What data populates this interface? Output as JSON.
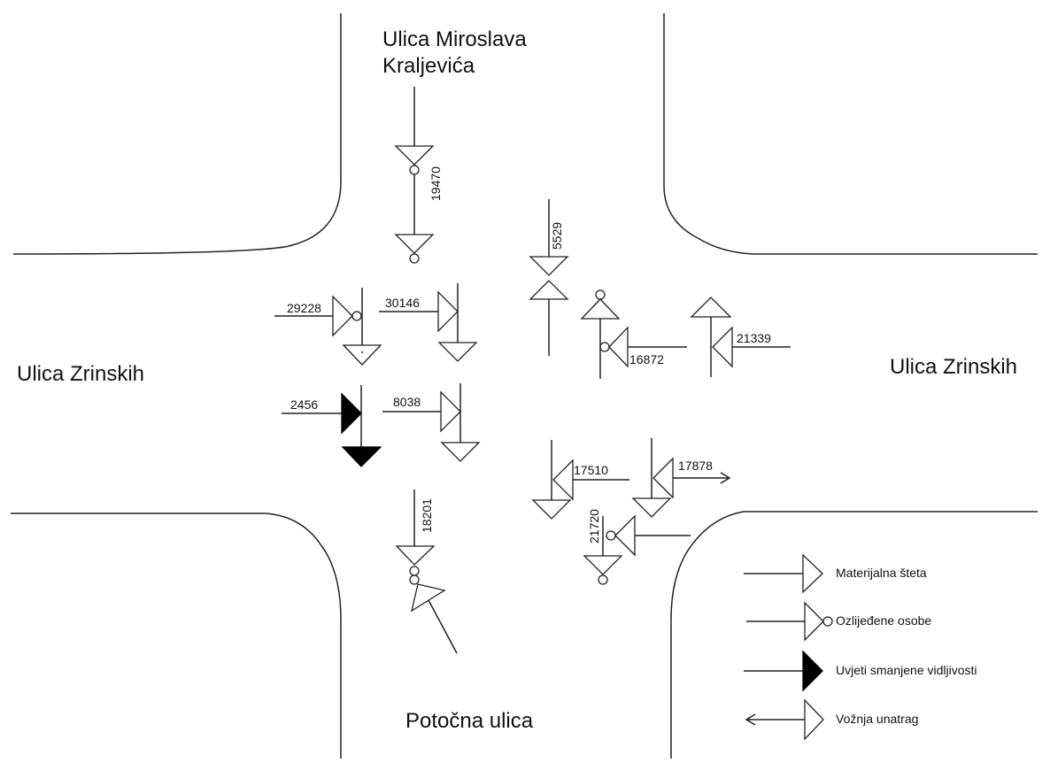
{
  "streets": {
    "north_line1": "Ulica Miroslava",
    "north_line2": "Kraljevića",
    "west": "Ulica Zrinskih",
    "east": "Ulica Zrinskih",
    "south": "Potočna ulica"
  },
  "accidents": [
    {
      "id": "19470",
      "type": "injured"
    },
    {
      "id": "5529",
      "type": "material"
    },
    {
      "id": "29228",
      "type": "injured"
    },
    {
      "id": "30146",
      "type": "material"
    },
    {
      "id": "16872",
      "type": "injured"
    },
    {
      "id": "21339",
      "type": "material"
    },
    {
      "id": "2456",
      "type": "reduced_visibility"
    },
    {
      "id": "8038",
      "type": "material"
    },
    {
      "id": "17510",
      "type": "material"
    },
    {
      "id": "17878",
      "type": "reversing"
    },
    {
      "id": "18201",
      "type": "injured"
    },
    {
      "id": "21720",
      "type": "injured"
    }
  ],
  "legend": [
    {
      "key": "material",
      "label": "Materijalna šteta",
      "icon": "open-triangle-arrow"
    },
    {
      "key": "injured",
      "label": "Ozlijeđene osobe",
      "icon": "open-triangle-with-circle"
    },
    {
      "key": "reduced_visibility",
      "label": "Uvjeti smanjene vidljivosti",
      "icon": "filled-triangle-arrow"
    },
    {
      "key": "reversing",
      "label": "Vožnja unatrag",
      "icon": "reverse-arrow"
    }
  ]
}
